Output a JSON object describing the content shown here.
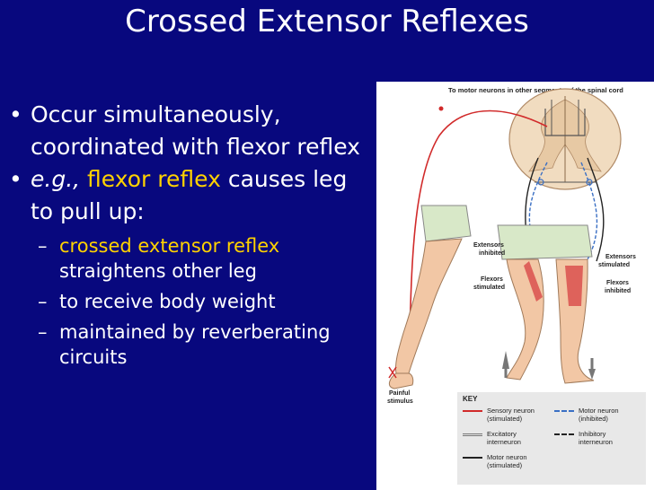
{
  "title": "Crossed Extensor Reflexes",
  "bullets": [
    {
      "text": "Occur simultaneously, coordinated with flexor reflex"
    },
    {
      "eg": "e.g.,",
      "highlight": "flexor reflex",
      "rest": "causes leg to pull up:"
    }
  ],
  "subbullets": [
    {
      "highlight": "crossed extensor reflex",
      "rest": "straightens other leg"
    },
    {
      "text": "to receive body weight"
    },
    {
      "text": "maintained by reverberating circuits"
    }
  ],
  "figure": {
    "top_label": "To motor neurons in other segments of the spinal cord",
    "ext_inhibited": [
      "Extensors",
      "inhibited"
    ],
    "flex_stimulated": [
      "Flexors",
      "stimulated"
    ],
    "ext_stimulated": [
      "Extensors",
      "stimulated"
    ],
    "flex_inhibited": [
      "Flexors",
      "inhibited"
    ],
    "painful": [
      "Painful",
      "stimulus"
    ],
    "key_title": "KEY",
    "key_items": [
      [
        "Sensory neuron",
        "(stimulated)"
      ],
      [
        "Motor neuron",
        "(inhibited)"
      ],
      [
        "Excitatory",
        "interneuron"
      ],
      [
        "Inhibitory",
        "interneuron"
      ],
      [
        "Motor neuron",
        "(stimulated)"
      ]
    ]
  },
  "colors": {
    "background": "#08087e",
    "highlight": "#ffd200",
    "sensory": "#d12a2a",
    "motor_inhibited": "#3a6fc4"
  }
}
